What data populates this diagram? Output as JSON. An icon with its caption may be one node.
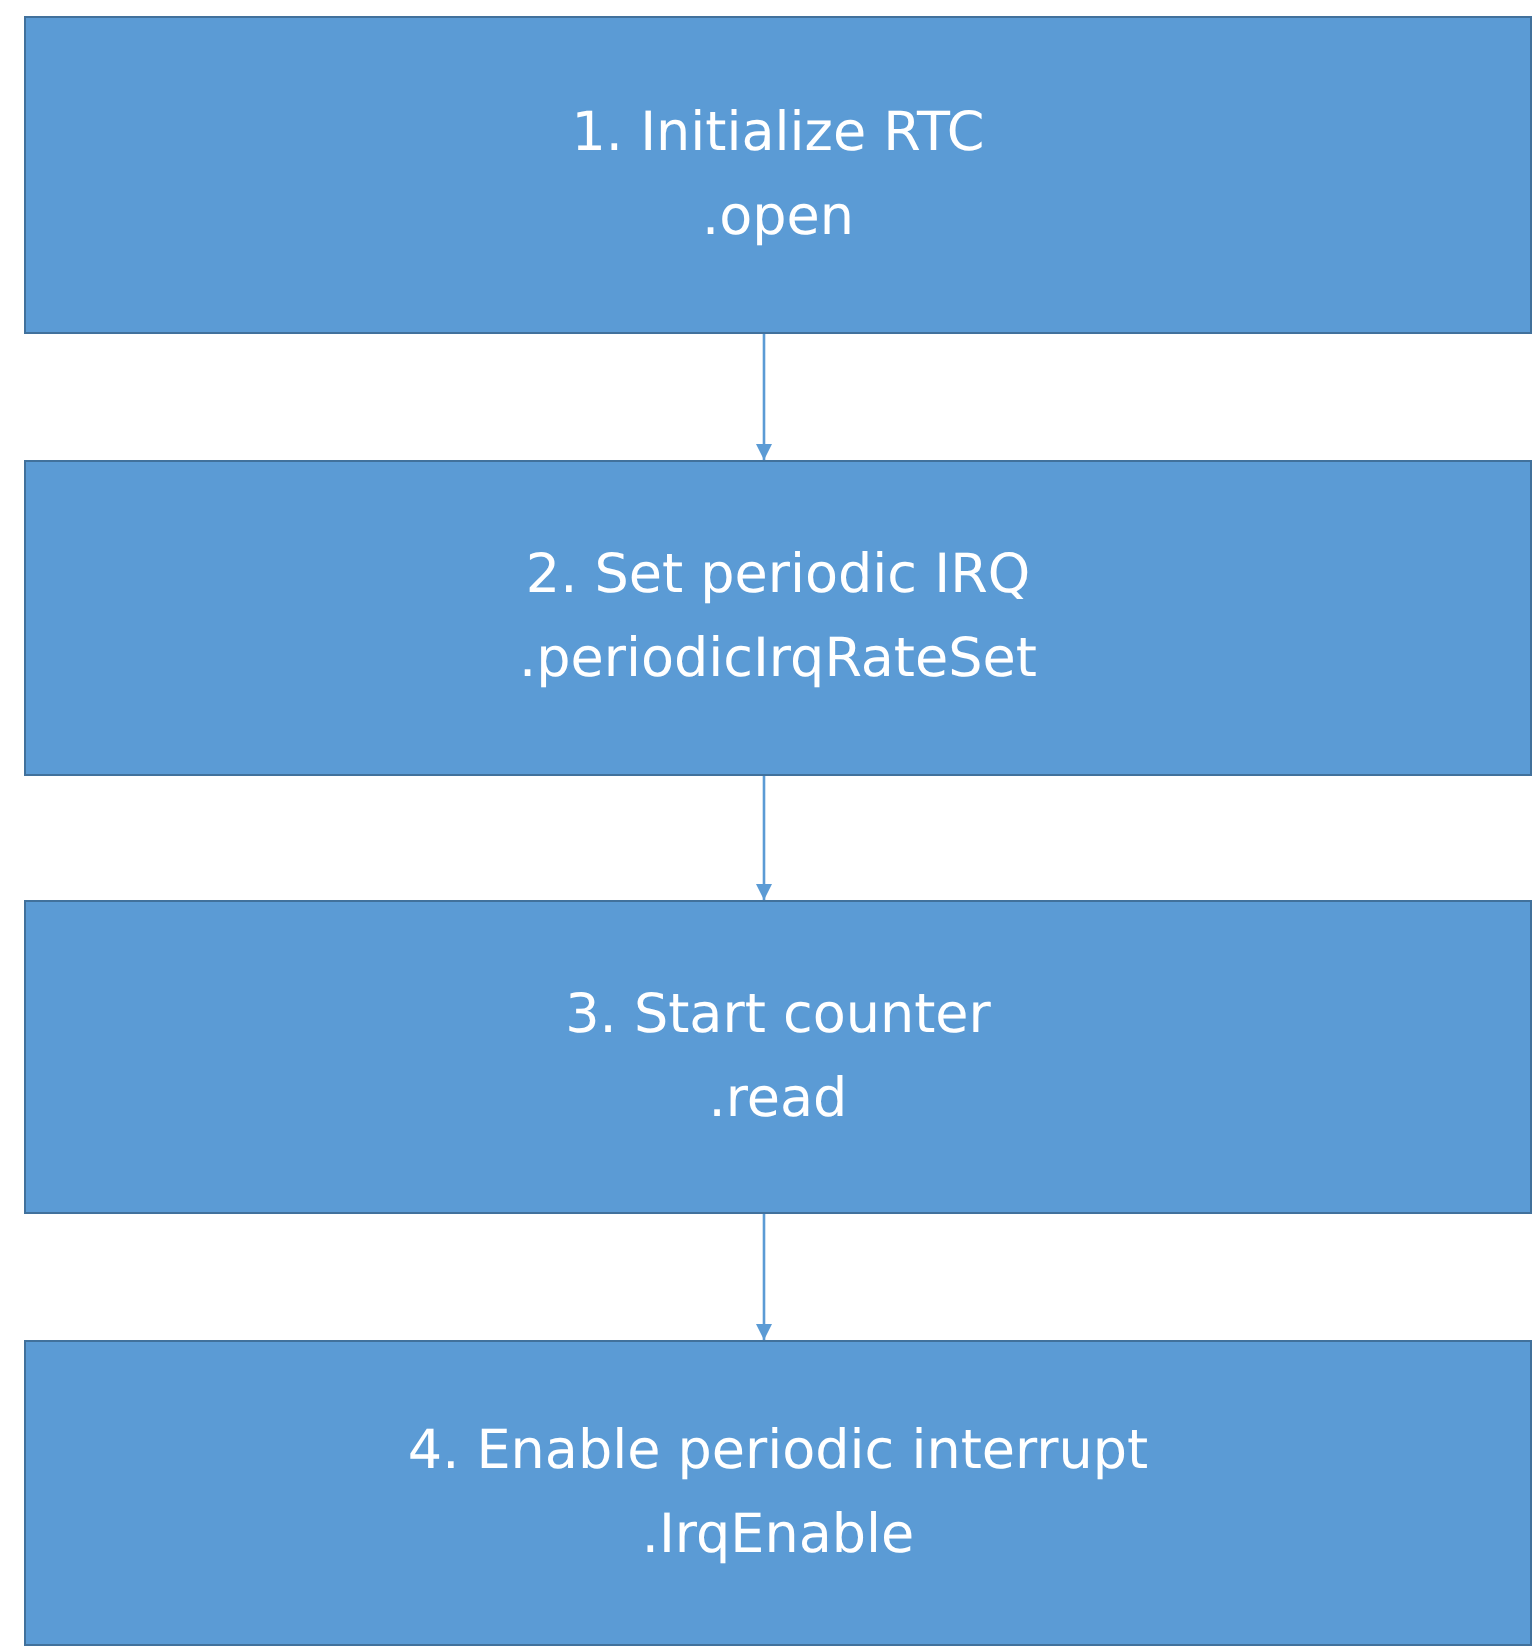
{
  "diagram": {
    "nodes": [
      {
        "text": [
          "1. Initialize RTC",
          ".open"
        ]
      },
      {
        "text": [
          "2. Set periodic IRQ",
          ".periodicIrqRateSet"
        ]
      },
      {
        "text": [
          "3. Start counter",
          ".read"
        ]
      },
      {
        "text": [
          "4. Enable periodic interrupt",
          ".IrqEnable"
        ]
      }
    ],
    "edges": [
      {
        "from": 0,
        "to": 1,
        "arrow": "to"
      },
      {
        "from": 1,
        "to": 2,
        "arrow": "to"
      },
      {
        "from": 2,
        "to": 3,
        "arrow": "to"
      }
    ]
  }
}
